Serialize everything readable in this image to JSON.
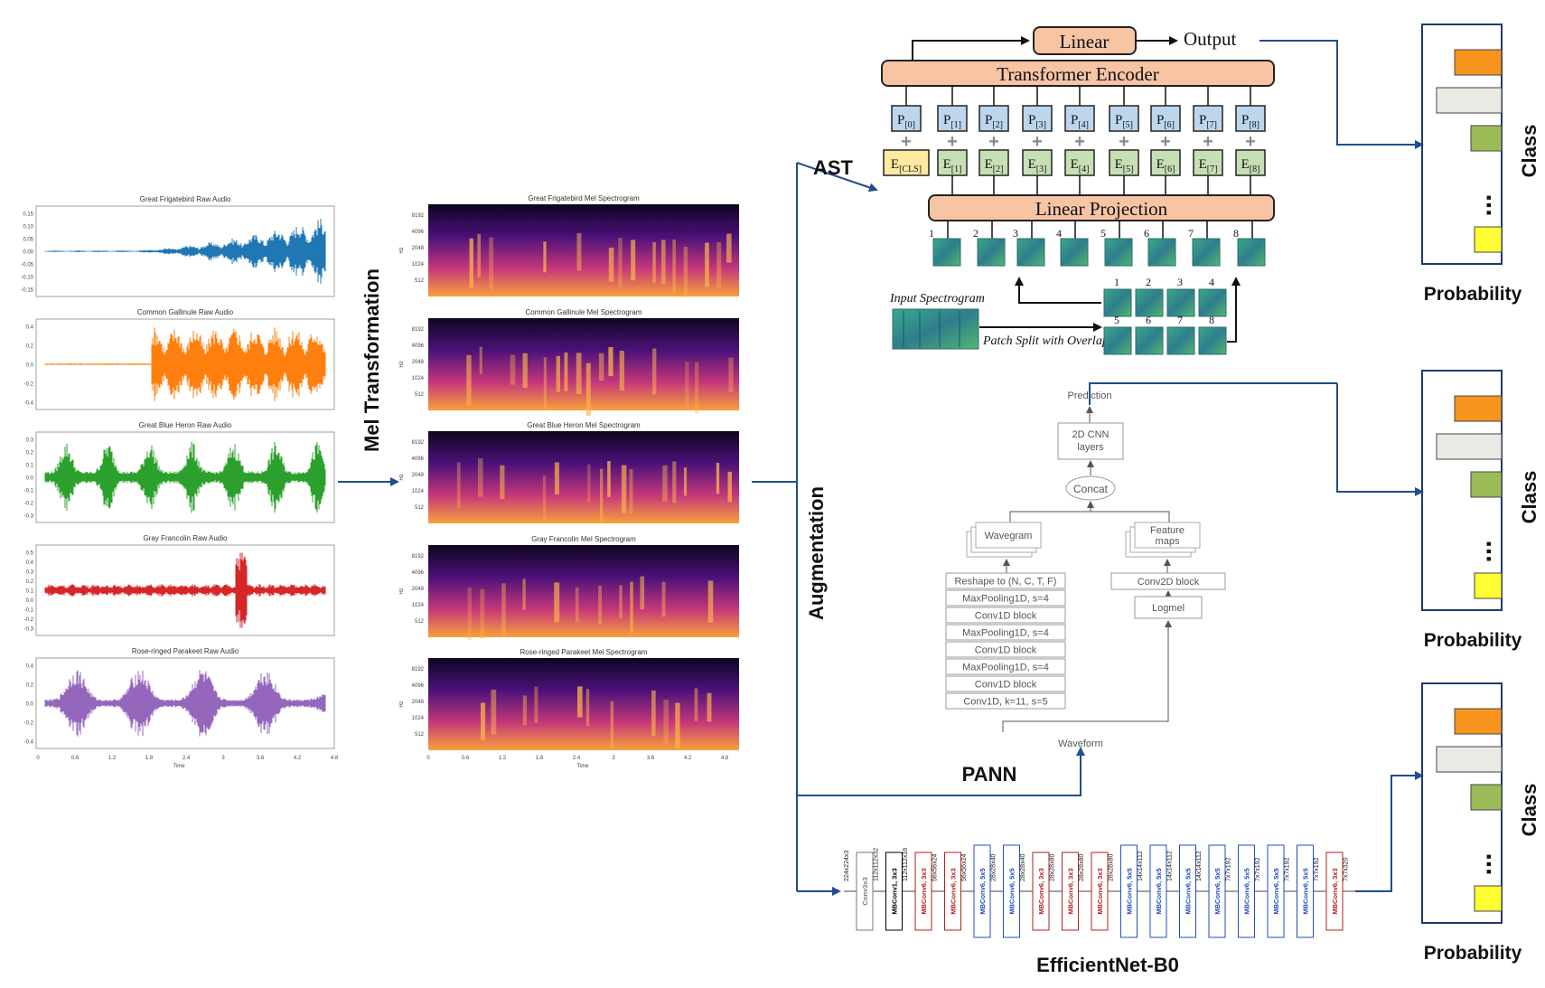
{
  "raw_audio": {
    "panels": [
      {
        "title": "Great Frigatebird Raw Audio",
        "yticks": [
          "0.15",
          "0.10",
          "0.05",
          "0.00",
          "-0.05",
          "-0.10",
          "-0.15"
        ],
        "color": "#1f77b4"
      },
      {
        "title": "Common Gallinule Raw Audio",
        "yticks": [
          "0.4",
          "0.2",
          "0.0",
          "-0.2",
          "-0.4"
        ],
        "color": "#ff7f0e"
      },
      {
        "title": "Great Blue Heron Raw Audio",
        "yticks": [
          "0.3",
          "0.2",
          "0.1",
          "0.0",
          "-0.1",
          "-0.2",
          "-0.3"
        ],
        "color": "#2ca02c"
      },
      {
        "title": "Gray Francolin Raw Audio",
        "yticks": [
          "0.5",
          "0.4",
          "0.3",
          "0.2",
          "0.1",
          "0.0",
          "-0.1",
          "-0.2",
          "-0.3"
        ],
        "color": "#d62728"
      },
      {
        "title": "Rose-ringed Parakeet Raw Audio",
        "yticks": [
          "0.4",
          "0.2",
          "0.0",
          "-0.2",
          "-0.4"
        ],
        "color": "#9467bd"
      }
    ],
    "xticks": [
      "0",
      "0.6",
      "1.2",
      "1.8",
      "2.4",
      "3",
      "3.6",
      "4.2",
      "4.8"
    ],
    "xlabel": "Time"
  },
  "mel": {
    "arrow_label": "Mel Transformation",
    "panels": [
      {
        "title": "Great Frigatebird Mel Spectrogram"
      },
      {
        "title": "Common Gallinule Mel Spectrogram"
      },
      {
        "title": "Great Blue Heron Mel Spectrogram"
      },
      {
        "title": "Gray Francolin Mel Spectrogram"
      },
      {
        "title": "Rose-ringed Parakeet Mel Spectrogram"
      }
    ],
    "yticks": [
      "8192",
      "4096",
      "2048",
      "1024",
      "512"
    ],
    "ylabel": "Hz",
    "xticks": [
      "0",
      "0.6",
      "1.2",
      "1.8",
      "2.4",
      "3",
      "3.6",
      "4.2",
      "4.8"
    ],
    "xlabel": "Time"
  },
  "augmentation_label": "Augmentation",
  "ast": {
    "label": "AST",
    "linear": "Linear",
    "output": "Output",
    "encoder": "Transformer Encoder",
    "p_tokens": [
      "0",
      "1",
      "2",
      "3",
      "4",
      "5",
      "6",
      "7",
      "8"
    ],
    "e_tokens": [
      "CLS",
      "1",
      "2",
      "3",
      "4",
      "5",
      "6",
      "7",
      "8"
    ],
    "plus": "+",
    "projection": "Linear Projection",
    "patch_numbers": [
      "1",
      "2",
      "3",
      "4",
      "5",
      "6",
      "7",
      "8"
    ],
    "input_label": "Input Spectrogram",
    "split_label": "Patch Split with Overlap"
  },
  "pann": {
    "label": "PANN",
    "prediction": "Prediction",
    "cnn": [
      "2D CNN",
      "layers"
    ],
    "concat": "Concat",
    "wavegram": "Wavegram",
    "feature_maps": [
      "Feature",
      "maps"
    ],
    "left_stack": [
      "Reshape to (N, C, T, F)",
      "MaxPooling1D, s=4",
      "Conv1D block",
      "MaxPooling1D, s=4",
      "Conv1D block",
      "MaxPooling1D, s=4",
      "Conv1D block",
      "Conv1D, k=11, s=5"
    ],
    "conv2d": "Conv2D block",
    "logmel": "Logmel",
    "waveform": "Waveform"
  },
  "efficientnet": {
    "label": "EfficientNet-B0",
    "blocks": [
      {
        "name": "Conv3x3",
        "color": "#777777"
      },
      {
        "name": "MBConv1, 3x3",
        "color": "#000000"
      },
      {
        "name": "MBConv6, 3x3",
        "color": "#b22222"
      },
      {
        "name": "MBConv6, 3x3",
        "color": "#b22222"
      },
      {
        "name": "MBConv6, 5x5",
        "color": "#1f4fbf"
      },
      {
        "name": "MBConv6, 5x5",
        "color": "#1f4fbf"
      },
      {
        "name": "MBConv6, 3x3",
        "color": "#b22222"
      },
      {
        "name": "MBConv6, 3x3",
        "color": "#b22222"
      },
      {
        "name": "MBConv6, 3x3",
        "color": "#b22222"
      },
      {
        "name": "MBConv6, 5x5",
        "color": "#1f4fbf"
      },
      {
        "name": "MBConv6, 5x5",
        "color": "#1f4fbf"
      },
      {
        "name": "MBConv6, 5x5",
        "color": "#1f4fbf"
      },
      {
        "name": "MBConv6, 5x5",
        "color": "#1f4fbf"
      },
      {
        "name": "MBConv6, 5x5",
        "color": "#1f4fbf"
      },
      {
        "name": "MBConv6, 5x5",
        "color": "#1f4fbf"
      },
      {
        "name": "MBConv6, 5x5",
        "color": "#1f4fbf"
      },
      {
        "name": "MBConv6, 3x3",
        "color": "#b22222"
      }
    ],
    "dims": [
      "224x224x3",
      "112x112x32",
      "112x112x16",
      "56x56x24",
      "56x56x24",
      "28x28x40",
      "28x28x40",
      "28x28x80",
      "28x28x80",
      "28x28x80",
      "14x14x112",
      "14x14x112",
      "14x14x112",
      "7x7x192",
      "7x7x192",
      "7x7x192",
      "7x7x192",
      "7x7x320"
    ]
  },
  "outputs": {
    "class_label": "Class",
    "probability_label": "Probability",
    "ellipsis": "...",
    "bar_colors": [
      "#f7941d",
      "#ebe9e4",
      "#9bbb59",
      "#ffff33"
    ]
  }
}
